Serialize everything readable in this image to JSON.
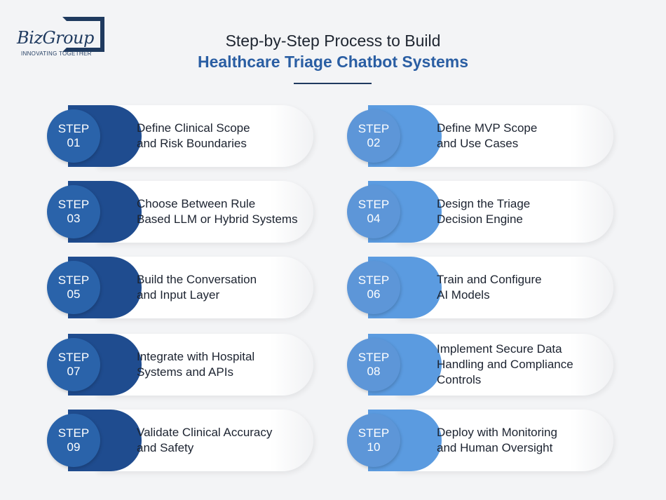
{
  "logo": {
    "name": "BizGroup",
    "tagline": "INNOVATING TOGETHER"
  },
  "title": {
    "line1": "Step-by-Step Process to Build",
    "line2": "Healthcare Triage Chatbot Systems"
  },
  "colors": {
    "dark_blue": "#1f4c8f",
    "light_blue": "#5b9be0",
    "title_accent": "#2a5ea3"
  },
  "steps": [
    {
      "word": "STEP",
      "number": "01",
      "lines": [
        "Define Clinical Scope",
        "and Risk Boundaries"
      ]
    },
    {
      "word": "STEP",
      "number": "02",
      "lines": [
        "Define MVP Scope",
        "and Use Cases"
      ]
    },
    {
      "word": "STEP",
      "number": "03",
      "lines": [
        "Choose Between Rule",
        "Based LLM or Hybrid Systems"
      ]
    },
    {
      "word": "STEP",
      "number": "04",
      "lines": [
        "Design the Triage",
        "Decision Engine"
      ]
    },
    {
      "word": "STEP",
      "number": "05",
      "lines": [
        "Build the Conversation",
        "and Input Layer"
      ]
    },
    {
      "word": "STEP",
      "number": "06",
      "lines": [
        "Train and Configure",
        "AI Models"
      ]
    },
    {
      "word": "STEP",
      "number": "07",
      "lines": [
        "Integrate with Hospital",
        "Systems and APIs"
      ]
    },
    {
      "word": "STEP",
      "number": "08",
      "lines": [
        "Implement Secure Data",
        "Handling and Compliance",
        "Controls"
      ]
    },
    {
      "word": "STEP",
      "number": "09",
      "lines": [
        "Validate Clinical Accuracy",
        "and Safety"
      ]
    },
    {
      "word": "STEP",
      "number": "10",
      "lines": [
        "Deploy with Monitoring",
        "and Human Oversight"
      ]
    }
  ]
}
